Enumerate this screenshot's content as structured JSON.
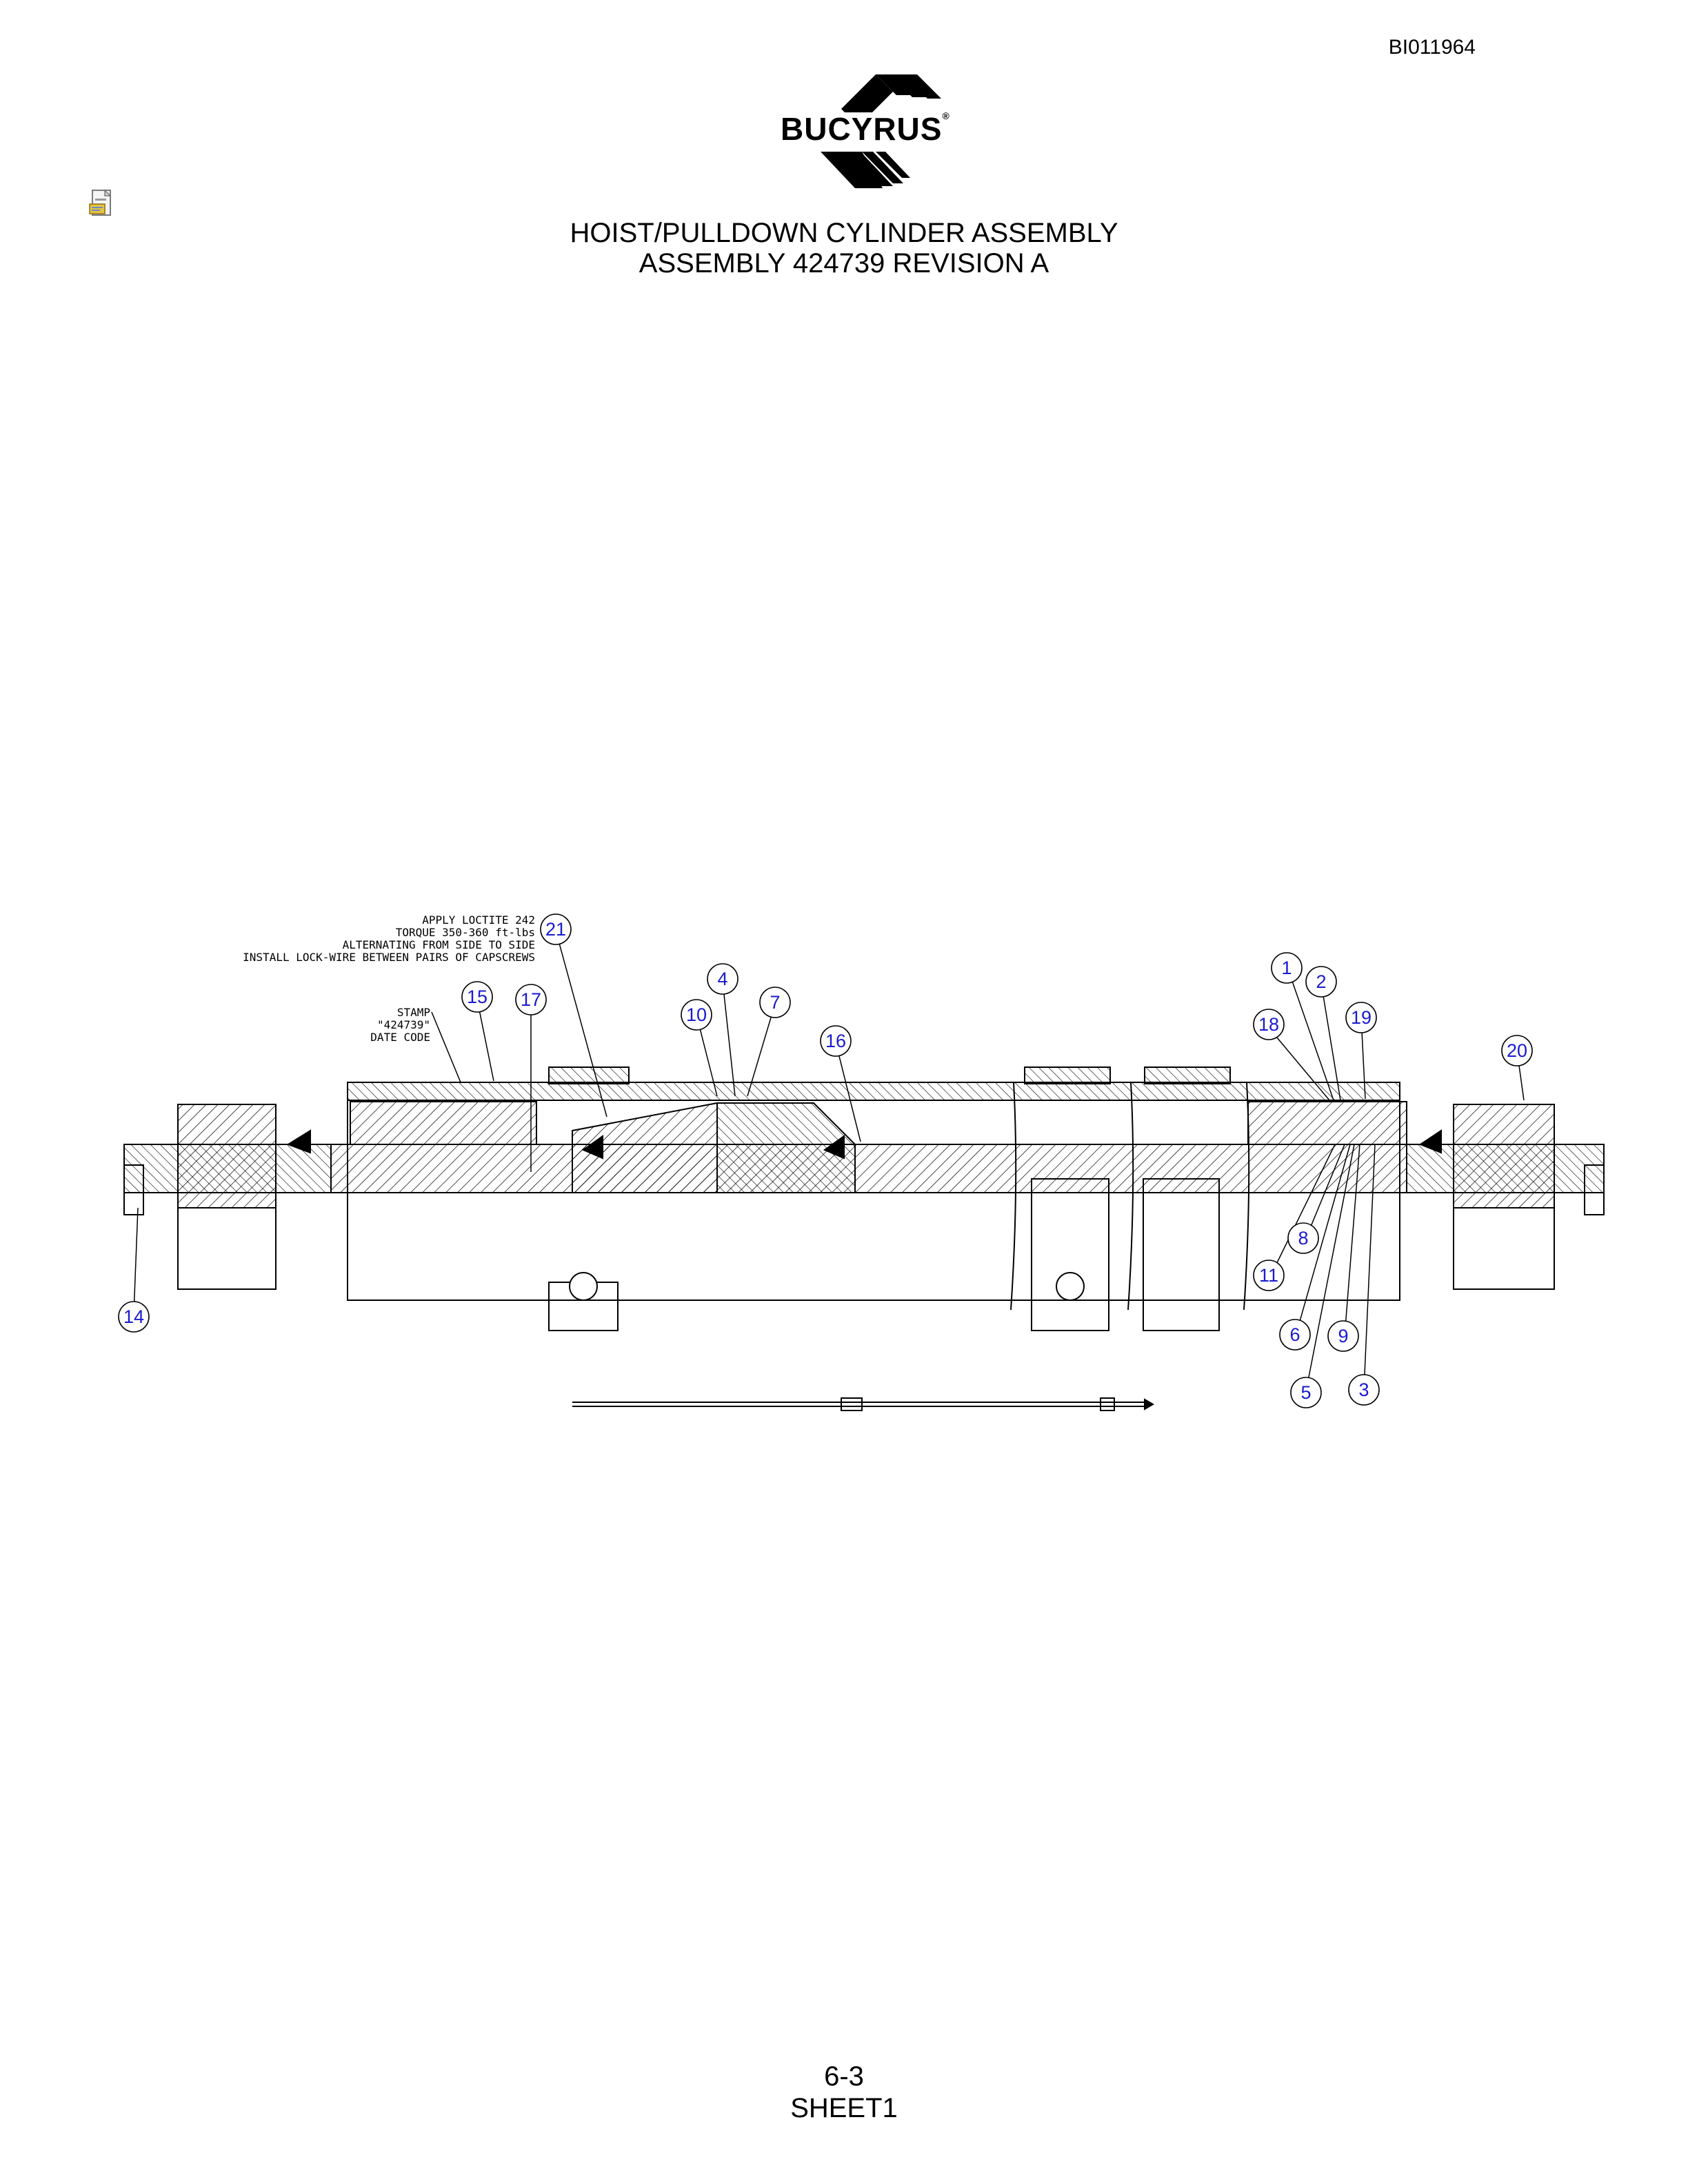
{
  "document_id": "BI011964",
  "brand": {
    "logo_text": "BUCYRUS",
    "registered_mark": "®"
  },
  "icons": {
    "attachment": "document-attachment-icon"
  },
  "title": {
    "line1": "HOIST/PULLDOWN CYLINDER ASSEMBLY",
    "line2": "ASSEMBLY 424739 REVISION A"
  },
  "notes": {
    "torque": [
      "APPLY LOCTITE 242",
      "TORQUE 350-360 ft-lbs",
      "ALTERNATING FROM SIDE TO SIDE",
      "INSTALL LOCK-WIRE BETWEEN PAIRS OF CAPSCREWS"
    ],
    "stamp": [
      "STAMP",
      "\"424739\"",
      "DATE CODE"
    ]
  },
  "callouts": [
    "21",
    "15",
    "17",
    "4",
    "7",
    "10",
    "16",
    "1",
    "2",
    "18",
    "19",
    "20",
    "14",
    "8",
    "11",
    "6",
    "9",
    "5",
    "3"
  ],
  "footer": {
    "page": "6-3",
    "sheet": "SHEET1"
  }
}
